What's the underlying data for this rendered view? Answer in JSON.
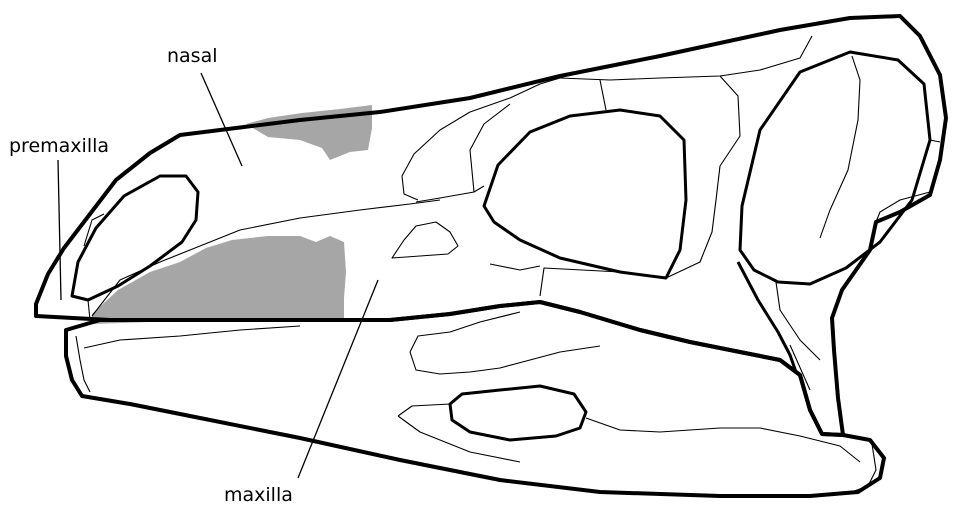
{
  "labels": {
    "nasal": "nasal",
    "premaxilla": "premaxilla",
    "maxilla": "maxilla"
  },
  "colors": {
    "outline": "#000000",
    "shaded": "#a6a6a6",
    "background": "#ffffff"
  }
}
